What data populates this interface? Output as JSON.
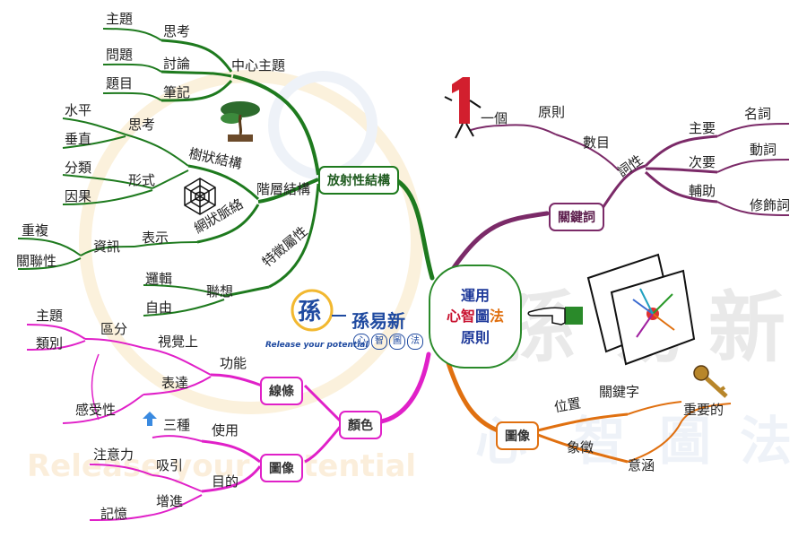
{
  "center": {
    "line1": "運用",
    "line2_a": "心智",
    "line2_b": "圖",
    "line2_c": "法",
    "line3": "原則"
  },
  "logo": {
    "text": "孫易新",
    "subtitle": "Release your potential",
    "mini": [
      "心",
      "智",
      "圖",
      "法"
    ]
  },
  "branch_radial": {
    "title": "放射性結構",
    "center_topic": "中心主題",
    "sub_thinking": "思考",
    "sub_discuss": "討論",
    "sub_notes": "筆記",
    "leaf_theme": "主題",
    "leaf_question": "問題",
    "leaf_subject": "題目",
    "hierarchy": "階層結構",
    "tree": "樹狀結構",
    "tree_think": "思考",
    "tree_form": "形式",
    "horizontal": "水平",
    "vertical": "垂直",
    "classify": "分類",
    "cause": "因果",
    "network": "網狀脈絡",
    "express": "表示",
    "info": "資訊",
    "repeat": "重複",
    "relation": "關聯性",
    "features": "特徵屬性",
    "associate": "聯想",
    "logic": "邏輯",
    "free": "自由"
  },
  "branch_keyword": {
    "title": "關鍵詞",
    "one": "一個",
    "principle": "原則",
    "count": "數目",
    "pos": "詞性",
    "main": "主要",
    "secondary": "次要",
    "aux": "輔助",
    "noun": "名詞",
    "verb": "動詞",
    "modifier": "修飾詞"
  },
  "branch_image": {
    "title": "圖像",
    "position": "位置",
    "keyword": "關鍵字",
    "important": "重要的",
    "symbol": "象徵",
    "meaning": "意涵"
  },
  "branch_color": {
    "title": "顏色",
    "lines": "線條",
    "function": "功能",
    "visual": "視覺上",
    "distinguish": "區分",
    "theme": "主題",
    "category": "類別",
    "convey": "表達",
    "feeling": "感受性",
    "image": "圖像",
    "use": "使用",
    "three": "三種",
    "purpose": "目的",
    "attract": "吸引",
    "attention": "注意力",
    "enhance": "增進",
    "memory": "記憶"
  },
  "colors": {
    "green": "#1e7a1e",
    "purple": "#7b2a68",
    "orange": "#e07010",
    "magenta": "#e020c8"
  },
  "watermark": [
    "孫",
    "易",
    "新",
    "心",
    "智",
    "圖",
    "法"
  ],
  "watermark_en": "Release your potential"
}
